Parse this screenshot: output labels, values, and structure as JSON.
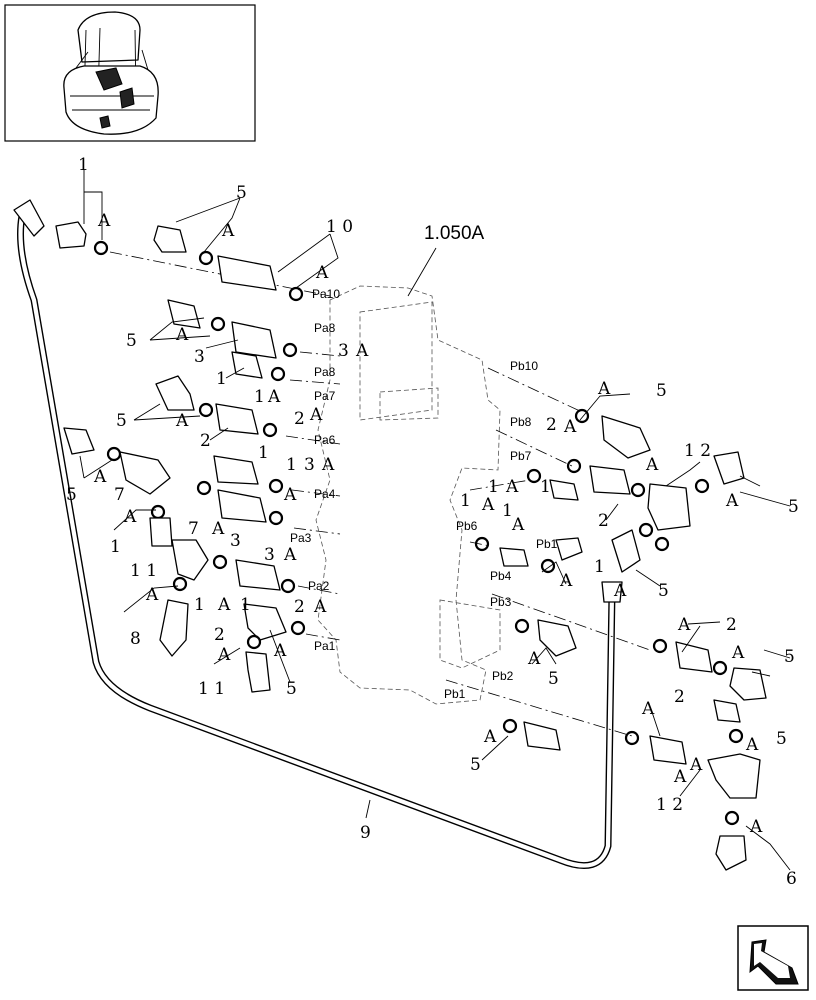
{
  "assembly_ref": "1.050A",
  "hose_label": "9",
  "part_labels": [
    {
      "id": "l1",
      "text": "1"
    },
    {
      "id": "l2",
      "text": "5"
    },
    {
      "id": "l3",
      "text": "1 0"
    },
    {
      "id": "l4",
      "text": "5"
    },
    {
      "id": "l5",
      "text": "3"
    },
    {
      "id": "l6",
      "text": "3"
    },
    {
      "id": "l7",
      "text": "1"
    },
    {
      "id": "l8",
      "text": "1"
    },
    {
      "id": "l9",
      "text": "5"
    },
    {
      "id": "l10",
      "text": "2"
    },
    {
      "id": "l11",
      "text": "2"
    },
    {
      "id": "l12",
      "text": "1"
    },
    {
      "id": "l13",
      "text": "1"
    },
    {
      "id": "l14",
      "text": "3"
    },
    {
      "id": "l15",
      "text": "5"
    },
    {
      "id": "l16",
      "text": "7"
    },
    {
      "id": "l17",
      "text": "1"
    },
    {
      "id": "l18",
      "text": "7"
    },
    {
      "id": "l19",
      "text": "3"
    },
    {
      "id": "l20",
      "text": "3"
    },
    {
      "id": "l21",
      "text": "1 1"
    },
    {
      "id": "l22",
      "text": "1"
    },
    {
      "id": "l23",
      "text": "1"
    },
    {
      "id": "l24",
      "text": "8"
    },
    {
      "id": "l25",
      "text": "2"
    },
    {
      "id": "l26",
      "text": "2"
    },
    {
      "id": "l27",
      "text": "1 1"
    },
    {
      "id": "l28",
      "text": "5"
    },
    {
      "id": "l29",
      "text": "5"
    },
    {
      "id": "l30",
      "text": "2"
    },
    {
      "id": "l31",
      "text": "1 2"
    },
    {
      "id": "l32",
      "text": "5"
    },
    {
      "id": "l33",
      "text": "2"
    },
    {
      "id": "l34",
      "text": "1"
    },
    {
      "id": "l35",
      "text": "1"
    },
    {
      "id": "l36",
      "text": "1"
    },
    {
      "id": "l37",
      "text": "1"
    },
    {
      "id": "l38",
      "text": "1"
    },
    {
      "id": "l39",
      "text": "5"
    },
    {
      "id": "l40",
      "text": "5"
    },
    {
      "id": "l41",
      "text": "2"
    },
    {
      "id": "l42",
      "text": "5"
    },
    {
      "id": "l43",
      "text": "5"
    },
    {
      "id": "l44",
      "text": "2"
    },
    {
      "id": "l45",
      "text": "5"
    },
    {
      "id": "l46",
      "text": "1 2"
    },
    {
      "id": "l47",
      "text": "6"
    },
    {
      "id": "l48",
      "text": "5"
    }
  ],
  "ref_labels": [
    {
      "id": "a1",
      "text": "A"
    },
    {
      "id": "a2",
      "text": "A"
    },
    {
      "id": "a3",
      "text": "A"
    },
    {
      "id": "a4",
      "text": "A"
    },
    {
      "id": "a5",
      "text": "A"
    },
    {
      "id": "a6",
      "text": "A"
    },
    {
      "id": "a7",
      "text": "A"
    },
    {
      "id": "a8",
      "text": "A"
    },
    {
      "id": "a9",
      "text": "A"
    },
    {
      "id": "a10",
      "text": "A"
    },
    {
      "id": "a11",
      "text": "A"
    },
    {
      "id": "a12",
      "text": "A"
    },
    {
      "id": "a13",
      "text": "A"
    },
    {
      "id": "a14",
      "text": "A"
    },
    {
      "id": "a15",
      "text": "A"
    },
    {
      "id": "a16",
      "text": "A"
    },
    {
      "id": "a17",
      "text": "A"
    },
    {
      "id": "a18",
      "text": "A"
    },
    {
      "id": "a19",
      "text": "A"
    },
    {
      "id": "a20",
      "text": "A"
    },
    {
      "id": "a21",
      "text": "A"
    },
    {
      "id": "a22",
      "text": "A"
    },
    {
      "id": "a23",
      "text": "A"
    },
    {
      "id": "a24",
      "text": "A"
    },
    {
      "id": "a25",
      "text": "A"
    },
    {
      "id": "a26",
      "text": "A"
    },
    {
      "id": "a27",
      "text": "A"
    },
    {
      "id": "a28",
      "text": "A"
    },
    {
      "id": "a29",
      "text": "A"
    },
    {
      "id": "a30",
      "text": "A"
    },
    {
      "id": "a31",
      "text": "A"
    },
    {
      "id": "a32",
      "text": "A"
    },
    {
      "id": "a33",
      "text": "A"
    },
    {
      "id": "a34",
      "text": "A"
    },
    {
      "id": "a35",
      "text": "A"
    },
    {
      "id": "a36",
      "text": "A"
    },
    {
      "id": "a37",
      "text": "A"
    }
  ],
  "ports_a": [
    "Pa10",
    "Pa8",
    "Pa8",
    "Pa7",
    "Pa6",
    "Pa4",
    "Pa3",
    "Pa2",
    "Pa1"
  ],
  "ports_b": [
    "Pb10",
    "Pb8",
    "Pb7",
    "Pb6",
    "Pb1",
    "Pb4",
    "Pb3",
    "Pb2",
    "Pb1"
  ],
  "icons": {
    "thumbnail": "machine-thumbnail-icon",
    "navigation": "next-page-arrow-icon"
  }
}
